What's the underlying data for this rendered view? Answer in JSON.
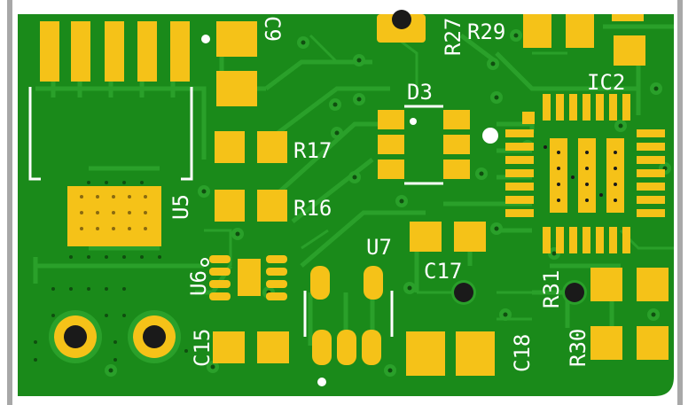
{
  "board": {
    "soldermask_color": "#1a8a1a",
    "copper_trace_color": "#2aa02a",
    "pad_color": "#f5c218",
    "silkscreen_color": "#ffffff",
    "hole_color": "#1a1a1a"
  },
  "labels": {
    "c9": "C9",
    "r27": "R27",
    "r29": "R29",
    "ic2": "IC2",
    "d3": "D3",
    "r17": "R17",
    "r16": "R16",
    "u5": "U5",
    "u7": "U7",
    "c17": "C17",
    "u6": "U6",
    "r31": "R31",
    "c15": "C15",
    "c18": "C18",
    "r30": "R30"
  }
}
